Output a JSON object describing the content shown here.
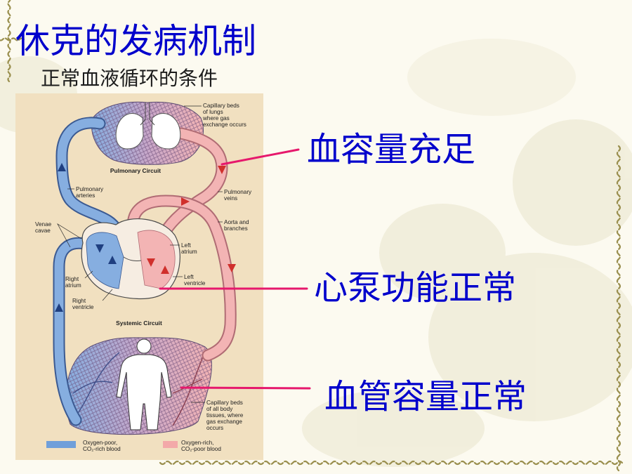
{
  "slide": {
    "title": "休克的发病机制",
    "subtitle": "正常血液循环的条件",
    "conditions": [
      "血容量充足",
      "心泵功能正常",
      "血管容量正常"
    ]
  },
  "diagram": {
    "labels": {
      "lung_capillaries": [
        "Capillary beds",
        "of lungs",
        "where gas",
        "exchange occurs"
      ],
      "pulmonary_circuit": "Pulmonary Circuit",
      "pulmonary_arteries": [
        "Pulmonary",
        "arteries"
      ],
      "pulmonary_veins": [
        "Pulmonary",
        "veins"
      ],
      "aorta": [
        "Aorta and",
        "branches"
      ],
      "venae_cavae": [
        "Venae",
        "cavae"
      ],
      "left_atrium": [
        "Left",
        "atrium"
      ],
      "right_atrium": [
        "Right",
        "atrium"
      ],
      "left_ventricle": [
        "Left",
        "ventricle"
      ],
      "right_ventricle": [
        "Right",
        "ventricle"
      ],
      "systemic_circuit": "Systemic Circuit",
      "body_capillaries": [
        "Capillary beds",
        "of all body",
        "tissues, where",
        "gas exchange",
        "occurs"
      ]
    },
    "legend": [
      {
        "lines": [
          "Oxygen-poor,",
          "CO₂-rich blood"
        ],
        "color": "#6f9fda"
      },
      {
        "lines": [
          "Oxygen-rich,",
          "CO₂-poor blood"
        ],
        "color": "#f3a9a9"
      }
    ]
  },
  "colors": {
    "background": "#fcfaf0",
    "title": "#0000cc",
    "subtitle": "#1c1c1c",
    "condition": "#0000cc",
    "connector": "#e6186c",
    "panel": "#f1e0c0",
    "vessel_blue": "#86aee0",
    "vessel_pink": "#f3b4b4",
    "decor": "#9a8f4e"
  }
}
